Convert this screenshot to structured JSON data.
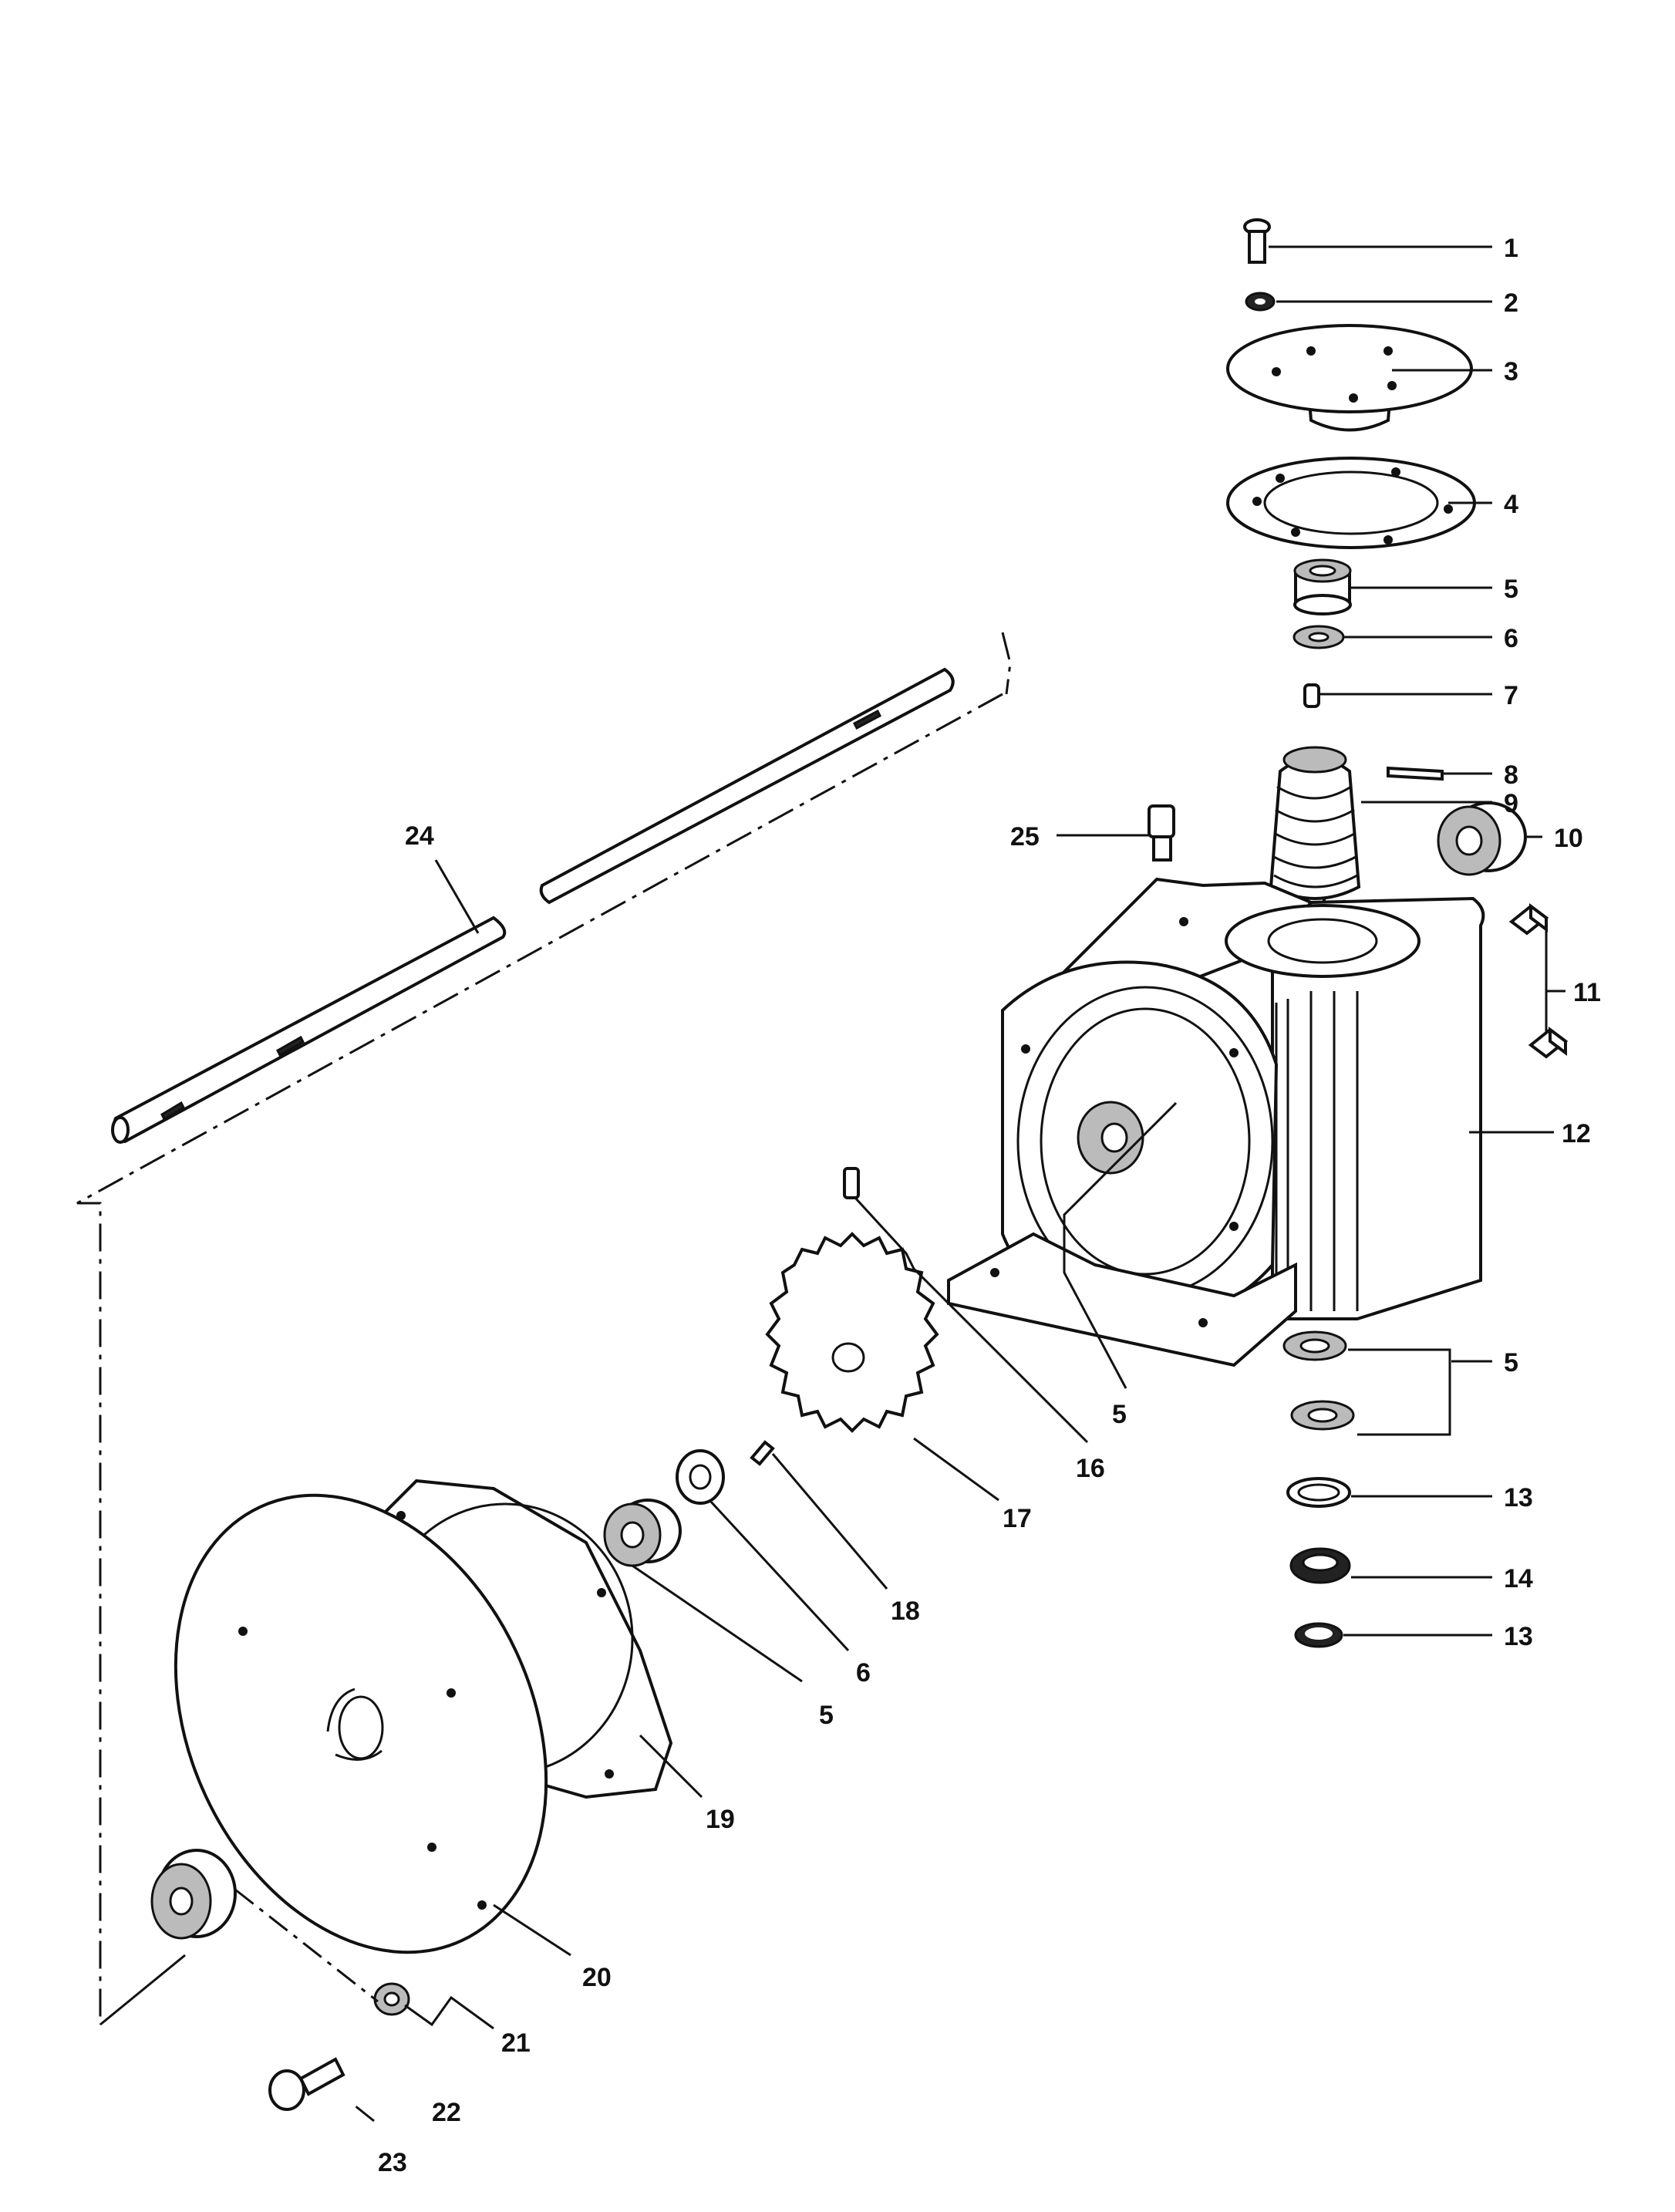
{
  "figure": {
    "callouts": [
      {
        "id": "c1",
        "label": "1"
      },
      {
        "id": "c2",
        "label": "2"
      },
      {
        "id": "c3",
        "label": "3"
      },
      {
        "id": "c4",
        "label": "4"
      },
      {
        "id": "c5a",
        "label": "5"
      },
      {
        "id": "c6a",
        "label": "6"
      },
      {
        "id": "c7",
        "label": "7"
      },
      {
        "id": "c8",
        "label": "8"
      },
      {
        "id": "c9",
        "label": "9"
      },
      {
        "id": "c10",
        "label": "10"
      },
      {
        "id": "c11",
        "label": "11"
      },
      {
        "id": "c12",
        "label": "12"
      },
      {
        "id": "c5b",
        "label": "5"
      },
      {
        "id": "c13a",
        "label": "13"
      },
      {
        "id": "c14",
        "label": "14"
      },
      {
        "id": "c13b",
        "label": "13"
      },
      {
        "id": "c25",
        "label": "25"
      },
      {
        "id": "c24",
        "label": "24"
      },
      {
        "id": "c5c",
        "label": "5"
      },
      {
        "id": "c16",
        "label": "16"
      },
      {
        "id": "c17",
        "label": "17"
      },
      {
        "id": "c18",
        "label": "18"
      },
      {
        "id": "c6b",
        "label": "6"
      },
      {
        "id": "c5d",
        "label": "5"
      },
      {
        "id": "c19",
        "label": "19"
      },
      {
        "id": "c20",
        "label": "20"
      },
      {
        "id": "c21",
        "label": "21"
      },
      {
        "id": "c22",
        "label": "22"
      },
      {
        "id": "c23",
        "label": "23"
      }
    ]
  }
}
